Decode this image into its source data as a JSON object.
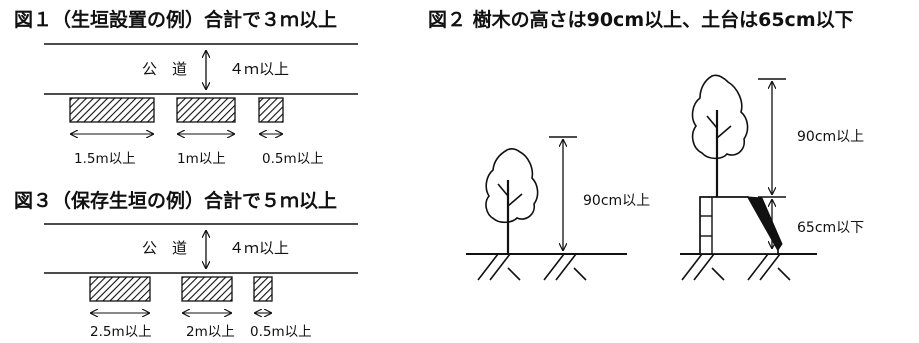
{
  "figures": {
    "fig1": {
      "title": "図１（生垣設置の例）合計で３ｍ以上",
      "road_label": "公　道",
      "road_width": "４ｍ以上",
      "hedge_lengths": [
        "1.5m以上",
        "1m以上",
        "0.5m以上"
      ]
    },
    "fig2": {
      "title": "図２ 樹木の高さは90cm以上、土台は65cm以下",
      "tree_height": "90cm以上",
      "tree_height_on_base": "90cm以上",
      "base_height": "65cm以下"
    },
    "fig3": {
      "title": "図３（保存生垣の例）合計で５ｍ以上",
      "road_label": "公　道",
      "road_width": "４ｍ以上",
      "hedge_lengths": [
        "2.5m以上",
        "2m以上",
        "0.5m以上"
      ]
    }
  },
  "colors": {
    "ink": "#111111",
    "background": "#ffffff"
  }
}
